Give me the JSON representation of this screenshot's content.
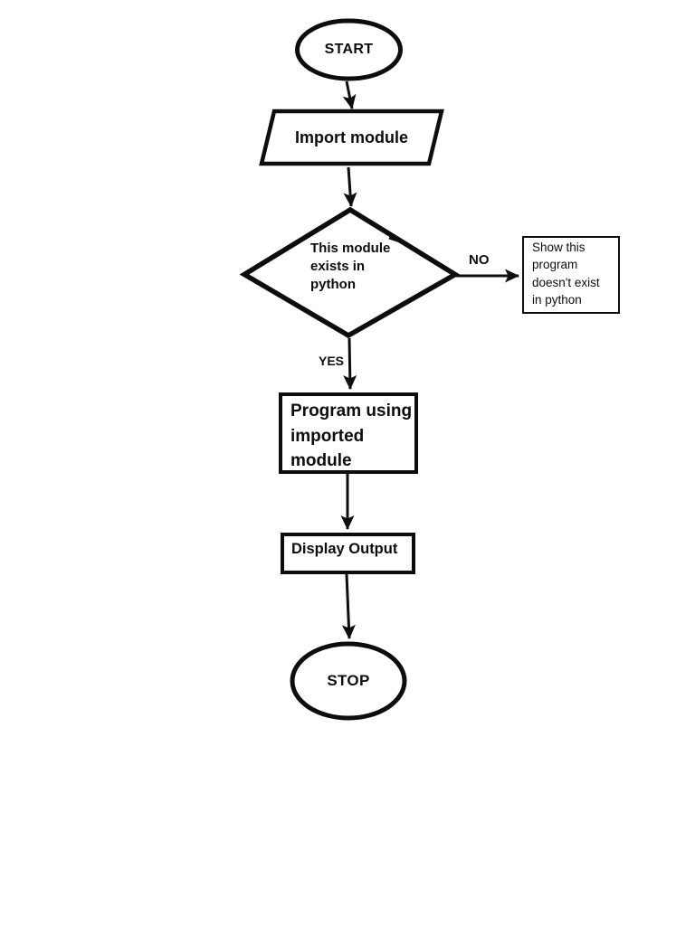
{
  "flowchart": {
    "colors": {
      "ink": "#0d0d0d",
      "paper": "#ffffff"
    },
    "nodes": {
      "start": {
        "label": "START"
      },
      "import_module": {
        "label": "Import module"
      },
      "decision": {
        "lines": [
          "This module",
          "exists in",
          "python"
        ]
      },
      "show_message": {
        "lines": [
          "Show this",
          "program",
          "doesn't exist",
          "in python"
        ]
      },
      "program": {
        "lines": [
          "Program using",
          "imported",
          "module"
        ]
      },
      "display_output": {
        "label": "Display Output"
      },
      "stop": {
        "label": "STOP"
      }
    },
    "edge_labels": {
      "no": "NO",
      "yes": "YES"
    }
  }
}
